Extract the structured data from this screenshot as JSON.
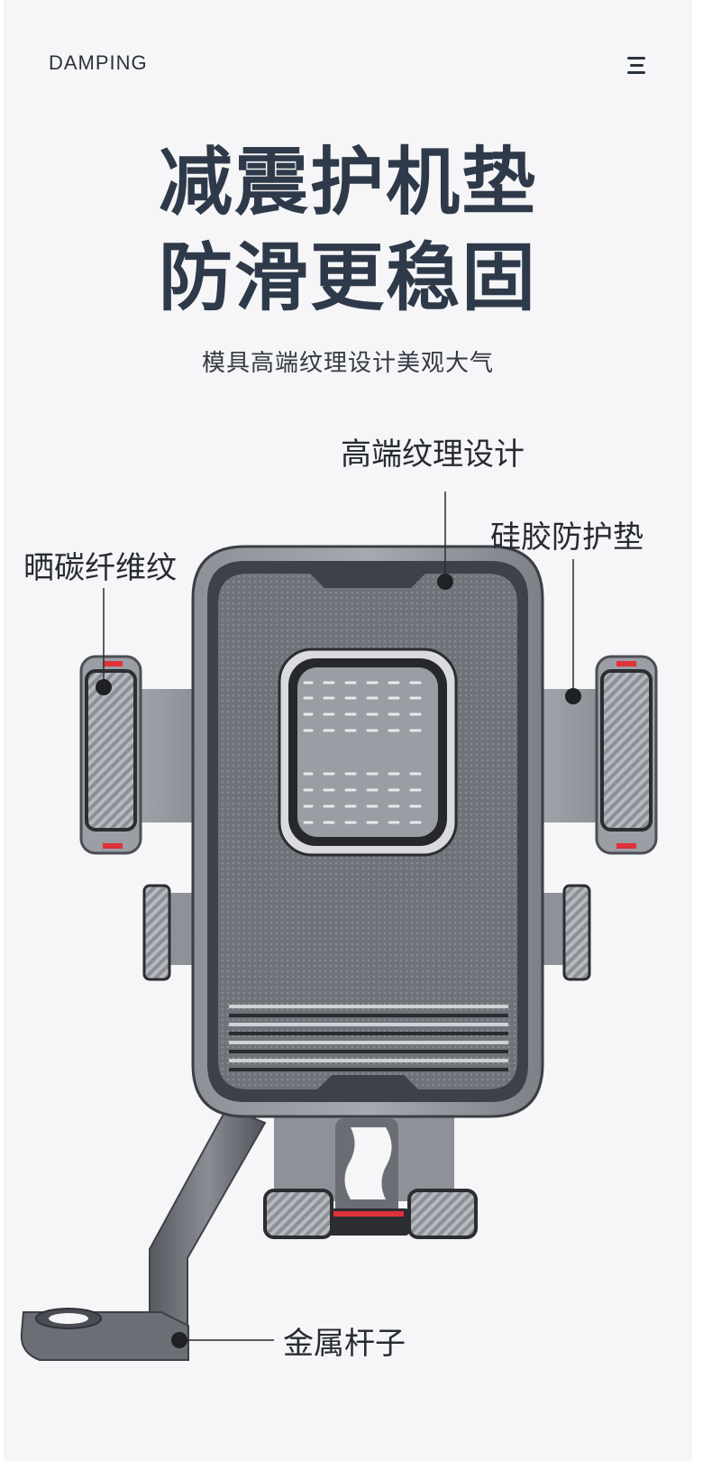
{
  "header": {
    "brand": "DAMPING",
    "menu_icon": "hamburger-menu-icon"
  },
  "headline": {
    "line1": "减震护机垫",
    "line2": "防滑更稳固"
  },
  "subtitle": "模具高端纹理设计美观大气",
  "callouts": {
    "texture_design": "高端纹理设计",
    "silicone_pad": "硅胶防护垫",
    "carbon_fiber": "晒碳纤维纹",
    "metal_rod": "金属杆子"
  },
  "colors": {
    "background": "#f6f5f7",
    "headline": "#2e3a4a",
    "product_gray": "#6e7178",
    "accent_red": "#e0323a"
  }
}
